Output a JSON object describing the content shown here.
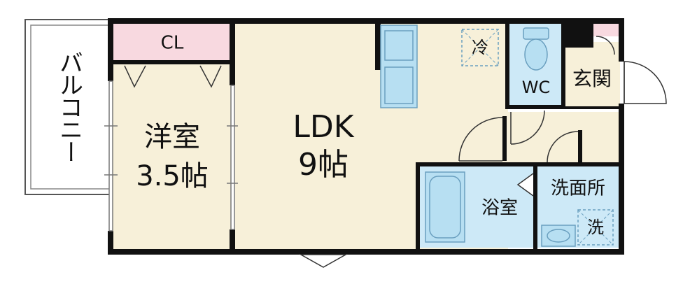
{
  "colors": {
    "wall": "#111111",
    "room_beige": "#f7f0d9",
    "wet_blue": "#cde9f7",
    "closet_pink": "#f8d9e0",
    "fixture_blue": "#b7dff2",
    "balcony": "#ffffff"
  },
  "rooms": {
    "balcony": {
      "label": "バルコニー"
    },
    "closet": {
      "label": "CL"
    },
    "western_room": {
      "label_line1": "洋室",
      "label_line2": "3.5帖"
    },
    "ldk": {
      "label_line1": "LDK",
      "label_line2": "9帖"
    },
    "wc": {
      "label": "WC"
    },
    "entrance": {
      "label": "玄関"
    },
    "bathroom": {
      "label": "浴室"
    },
    "washroom": {
      "label": "洗面所"
    }
  },
  "symbols": {
    "fridge": {
      "label": "冷"
    },
    "washer": {
      "label": "洗"
    }
  }
}
